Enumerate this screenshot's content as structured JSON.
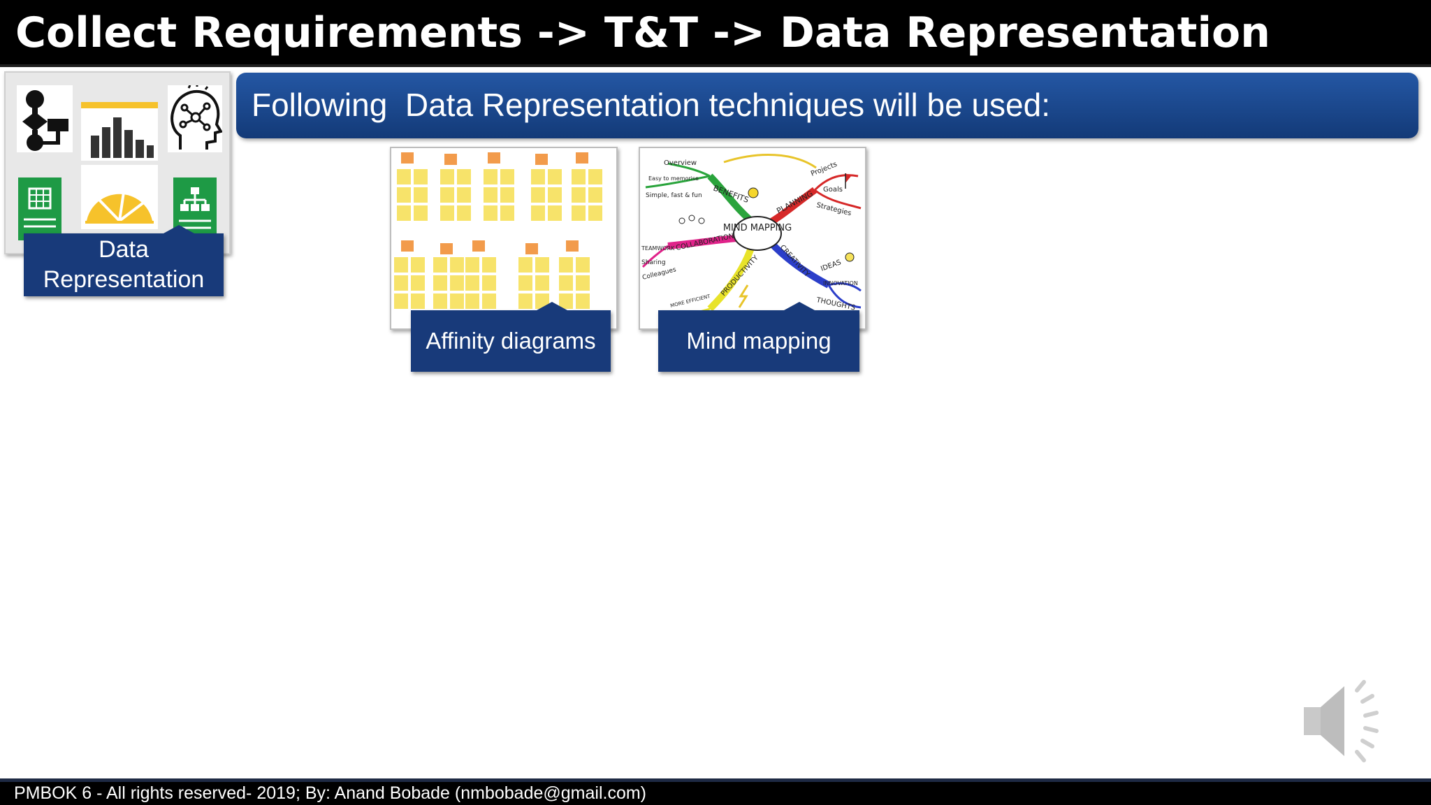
{
  "slide": {
    "title": "Collect Requirements -> T&T -> Data Representation"
  },
  "category_panel": {
    "label": "Data Representation",
    "icons": [
      "flowchart-icon",
      "bar-chart-icon",
      "brain-network-icon",
      "spreadsheet-icon",
      "pie-chart-icon",
      "org-chart-icon"
    ]
  },
  "banner": {
    "text": "Following  Data Representation techniques will be used:"
  },
  "techniques": [
    {
      "label": "Affinity diagrams",
      "image": "sticky-notes-board-image"
    },
    {
      "label": "Mind mapping",
      "image": "mind-map-image"
    }
  ],
  "mind_map_words": {
    "center": "MIND MAPPING",
    "benefits": "BENEFITS",
    "planning": "PLANNING",
    "collaboration": "COLLABORATION",
    "creativity": "CREATIVITY",
    "productivity": "PRODUCTIVITY",
    "overview": "Overview",
    "memorise": "Easy to memorise",
    "simple": "Simple, fast & fun",
    "projects": "Projects",
    "goals": "Goals",
    "strategies": "Strategies",
    "teamwork": "TEAMWORK",
    "sharing": "Sharing",
    "colleagues": "Colleagues",
    "ideas": "IDEAS",
    "innovation": "INNOVATION",
    "thoughts": "THOUGHTS",
    "efficient": "MORE EFFICIENT"
  },
  "footer": {
    "text": "PMBOK 6 - All rights reserved- 2019; By: Anand Bobade (nmbobade@gmail.com)"
  },
  "colors": {
    "title_bg": "#000000",
    "banner": "#1f4d96",
    "label_bg": "#183a7a",
    "icon_green": "#1e9a45",
    "icon_yellow": "#f6c22b"
  },
  "audio": {
    "icon": "speaker-icon"
  }
}
